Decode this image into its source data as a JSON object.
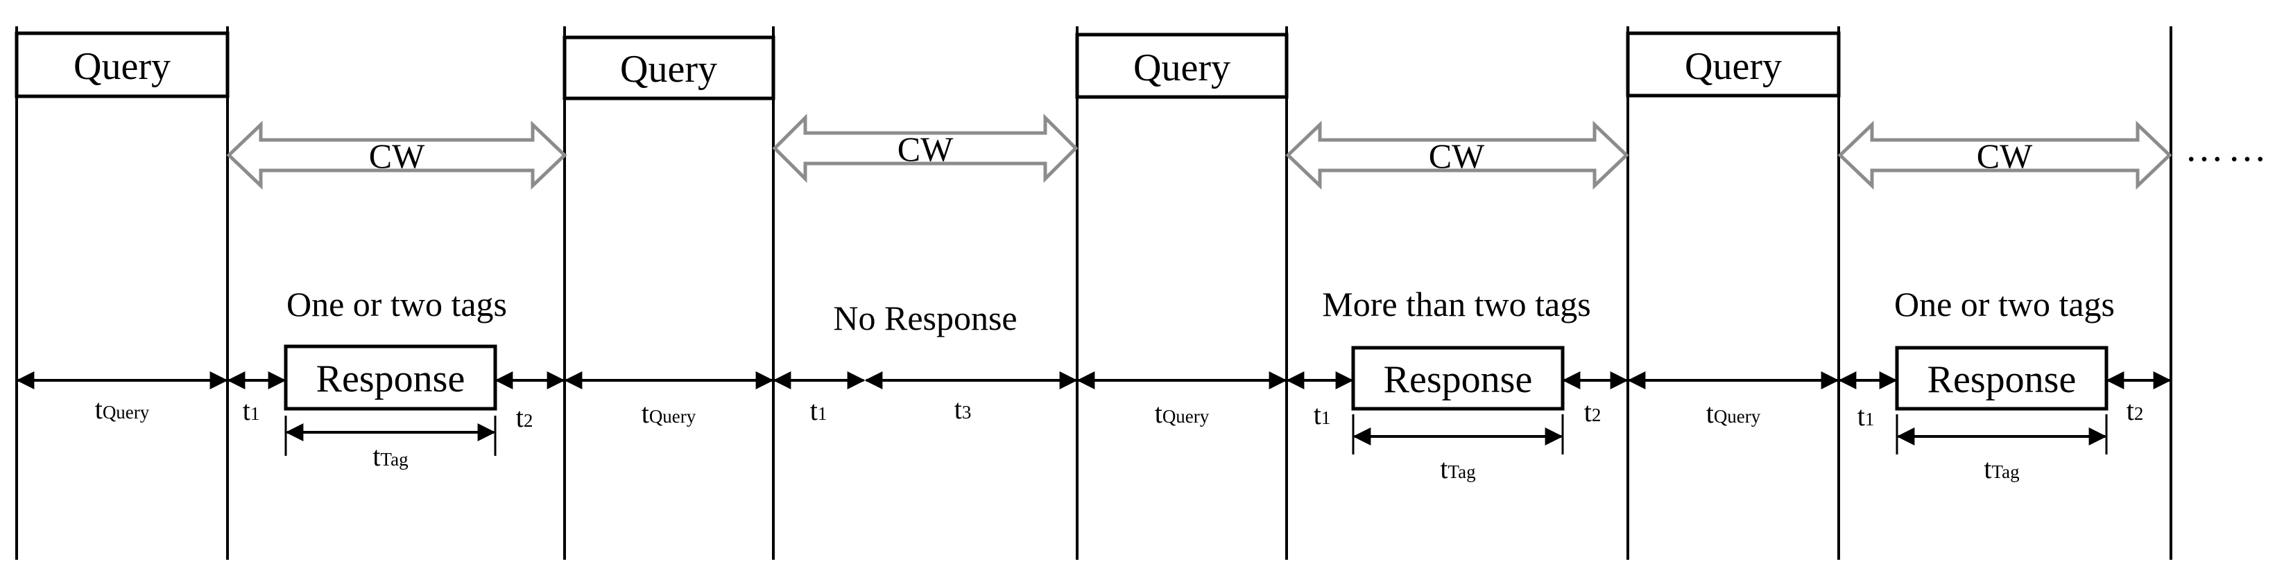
{
  "cycles": [
    {
      "query_label": "Query",
      "cw_label": "CW",
      "caption": "One or two tags",
      "response_label": "Response",
      "t_query": {
        "base": "t",
        "sub": "Query"
      },
      "t_a": {
        "base": "t",
        "sub": "1"
      },
      "t_b": {
        "base": "t",
        "sub": "2"
      },
      "t_tag": {
        "base": "t",
        "sub": "Tag"
      }
    },
    {
      "query_label": "Query",
      "cw_label": "CW",
      "caption": "No Response",
      "t_query": {
        "base": "t",
        "sub": "Query"
      },
      "t_a": {
        "base": "t",
        "sub": "1"
      },
      "t_b": {
        "base": "t",
        "sub": "3"
      }
    },
    {
      "query_label": "Query",
      "cw_label": "CW",
      "caption": "More than two tags",
      "response_label": "Response",
      "t_query": {
        "base": "t",
        "sub": "Query"
      },
      "t_a": {
        "base": "t",
        "sub": "1"
      },
      "t_b": {
        "base": "t",
        "sub": "2"
      },
      "t_tag": {
        "base": "t",
        "sub": "Tag"
      }
    },
    {
      "query_label": "Query",
      "cw_label": "CW",
      "caption": "One or two tags",
      "response_label": "Response",
      "t_query": {
        "base": "t",
        "sub": "Query"
      },
      "t_a": {
        "base": "t",
        "sub": "1"
      },
      "t_b": {
        "base": "t",
        "sub": "2"
      },
      "t_tag": {
        "base": "t",
        "sub": "Tag"
      }
    }
  ],
  "continuation": "……",
  "colors": {
    "line": "#000000",
    "cw_arrow": "#8c8c8c"
  }
}
